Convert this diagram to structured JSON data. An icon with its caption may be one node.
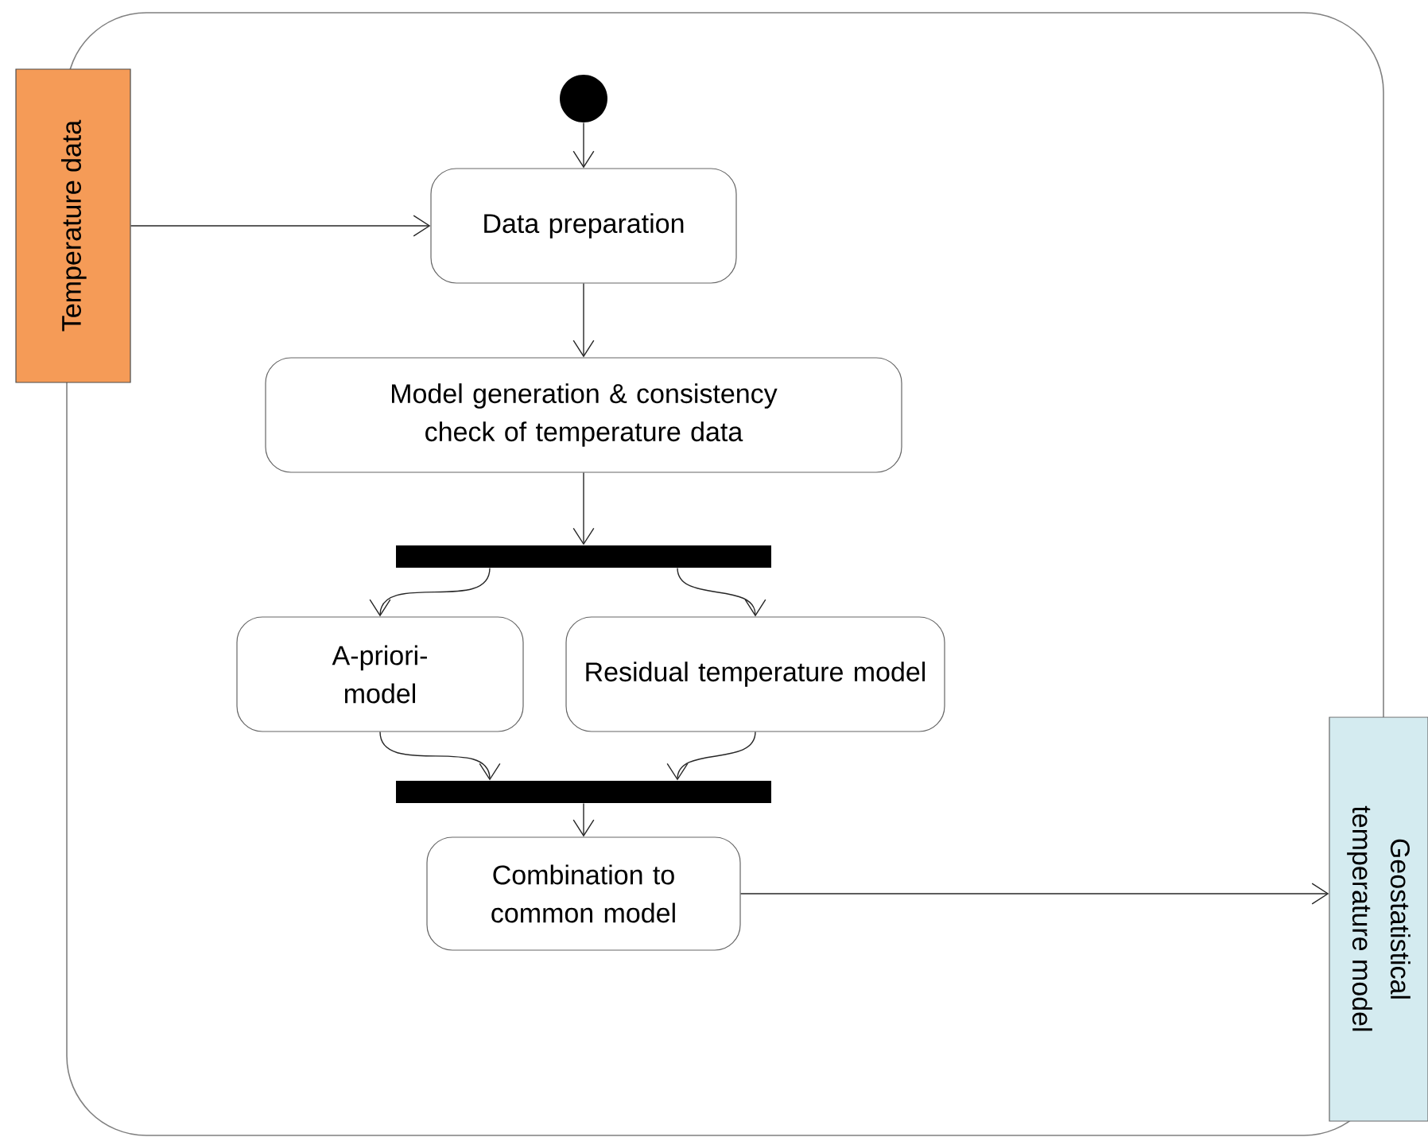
{
  "diagram": {
    "nodes": [
      {
        "text": [],
        "shape": "box"
      },
      {
        "text": [
          "Temperature data"
        ]
      },
      {
        "text": [],
        "shape": "circle",
        "in": 0
      },
      {
        "text": [
          "Data preparation"
        ],
        "in": 0
      },
      {
        "text": [
          "Model generation & consistency check of temperature data"
        ],
        "in": 0
      },
      {
        "text": [],
        "shape": "bar",
        "in": 0
      },
      {
        "text": [
          "A-priori-model"
        ],
        "in": 0
      },
      {
        "text": [
          "Residual temperature model"
        ],
        "in": 0
      },
      {
        "text": [],
        "shape": "bar",
        "in": 0
      },
      {
        "text": [
          "Combination to common model"
        ],
        "in": 0
      },
      {
        "text": [
          "Geostatistical temperature model"
        ]
      }
    ],
    "edges": [
      {
        "from": 2,
        "to": 3,
        "arrow": "to"
      },
      {
        "from": 1,
        "to": 3,
        "arrow": "to"
      },
      {
        "from": 3,
        "to": 4,
        "arrow": "to"
      },
      {
        "from": 4,
        "to": 5,
        "arrow": "to"
      },
      {
        "from": 5,
        "to": 6,
        "arrow": "to"
      },
      {
        "from": 5,
        "to": 7,
        "arrow": "to"
      },
      {
        "from": 6,
        "to": 8,
        "arrow": "to"
      },
      {
        "from": 7,
        "to": 8,
        "arrow": "to"
      },
      {
        "from": 8,
        "to": 9,
        "arrow": "to"
      },
      {
        "from": 9,
        "to": 10,
        "arrow": "to"
      }
    ]
  }
}
